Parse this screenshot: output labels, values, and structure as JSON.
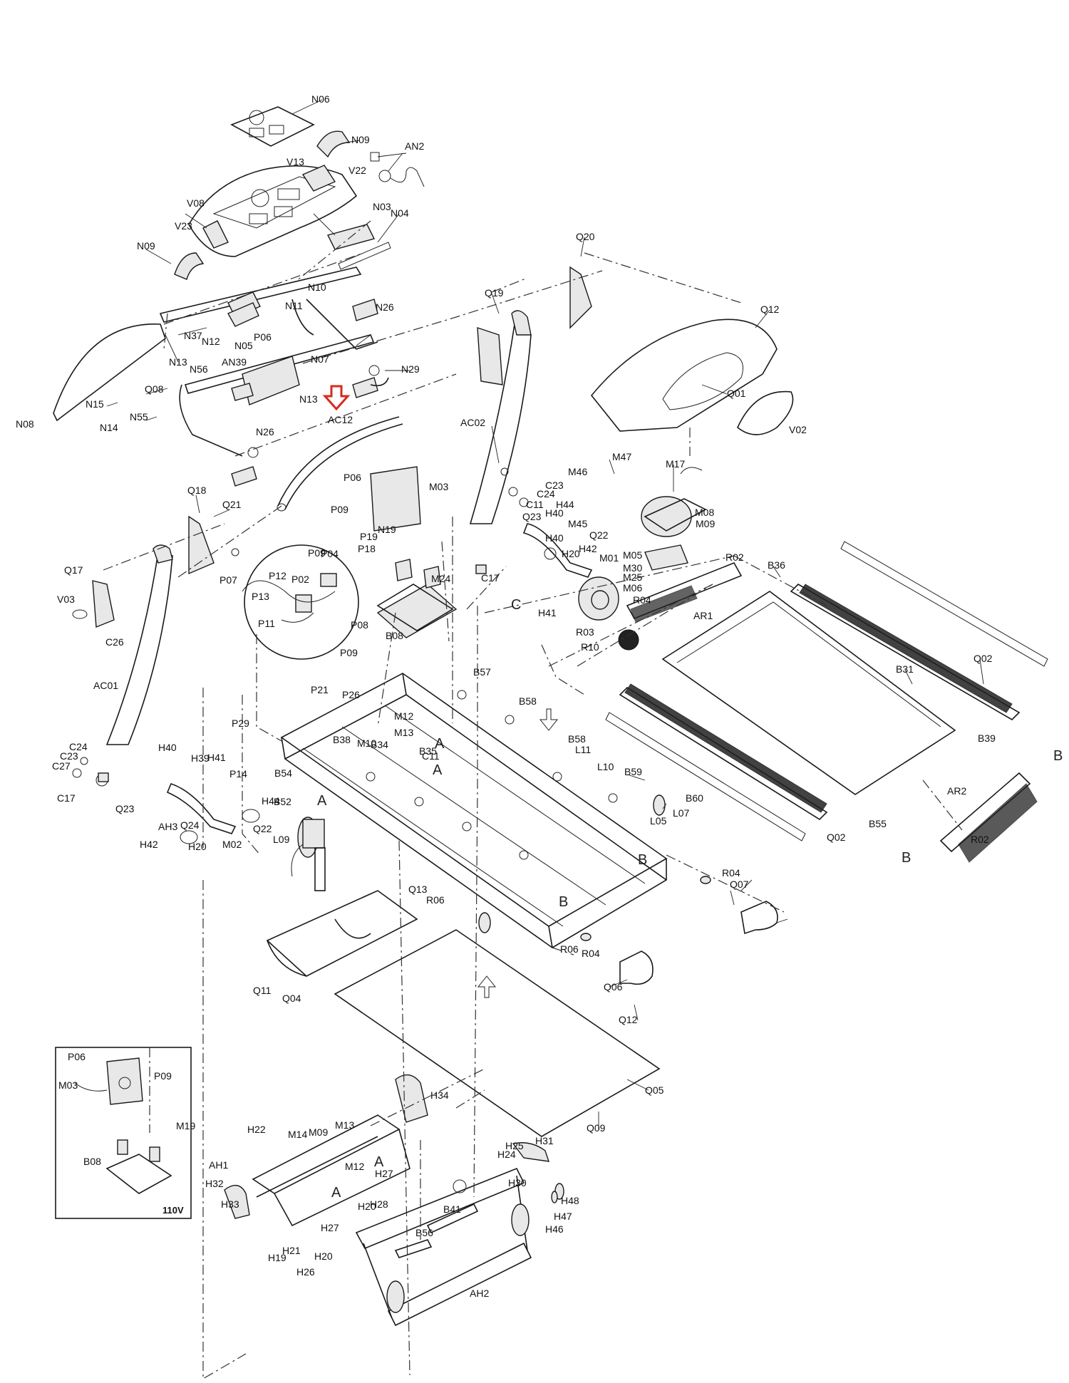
{
  "diagram": {
    "callout_color": "#d62b1f",
    "labels": [
      "N06",
      "N09",
      "AN2",
      "V13",
      "V22",
      "V08",
      "N03",
      "N04",
      "V23",
      "N09",
      "N10",
      "N11",
      "N26",
      "N37",
      "N12",
      "P06",
      "N05",
      "N08",
      "N13",
      "N56",
      "AN39",
      "N07",
      "N29",
      "Q08",
      "N15",
      "N14",
      "N55",
      "N13",
      "N26",
      "AC12",
      "Q19",
      "Q20",
      "Q12",
      "Q01",
      "V02",
      "AC02",
      "M47",
      "M46",
      "M17",
      "C23",
      "C24",
      "C11",
      "H44",
      "Q23",
      "H40",
      "M45",
      "H40",
      "M08",
      "M09",
      "Q22",
      "H42",
      "M01",
      "M05",
      "R02",
      "H20",
      "M30",
      "M25",
      "M06",
      "R04",
      "C17",
      "H41",
      "R03",
      "AR1",
      "R10",
      "B36",
      "Q02",
      "B31",
      "Q18",
      "Q21",
      "P06",
      "M03",
      "P09",
      "N19",
      "P19",
      "P18",
      "M24",
      "B08",
      "P04",
      "P07",
      "P12",
      "P09",
      "P02",
      "P13",
      "P08",
      "P11",
      "P09",
      "Q17",
      "V03",
      "C26",
      "AC01",
      "P21",
      "P26",
      "B57",
      "B58",
      "B58",
      "L11",
      "L10",
      "B59",
      "B60",
      "L07",
      "L05",
      "B39",
      "B55",
      "AR2",
      "R02",
      "Q02",
      "P29",
      "M12",
      "M13",
      "B38",
      "M10",
      "B34",
      "B35",
      "C11",
      "C24",
      "C23",
      "C27",
      "C17",
      "Q23",
      "H40",
      "H39",
      "H41",
      "P14",
      "B54",
      "B52",
      "H44",
      "AH3",
      "Q24",
      "Q22",
      "H42",
      "H20",
      "M02",
      "L09",
      "Q13",
      "R06",
      "R04",
      "Q07",
      "R06",
      "R04",
      "Q06",
      "Q12",
      "Q11",
      "Q04",
      "Q05",
      "Q09",
      "P06",
      "M03",
      "P09",
      "M19",
      "B08",
      "H22",
      "M14",
      "M09",
      "M13",
      "H34",
      "M12",
      "H25",
      "H24",
      "H31",
      "AH1",
      "H27",
      "H32",
      "H30",
      "H33",
      "H27",
      "H28",
      "B41",
      "H48",
      "H47",
      "H46",
      "H20",
      "B56",
      "H19",
      "H21",
      "H20",
      "H26",
      "AH2"
    ],
    "view_markers": [
      "A",
      "A",
      "A",
      "A",
      "A",
      "B",
      "B",
      "B",
      "B",
      "C"
    ],
    "inset_label": "110V"
  }
}
